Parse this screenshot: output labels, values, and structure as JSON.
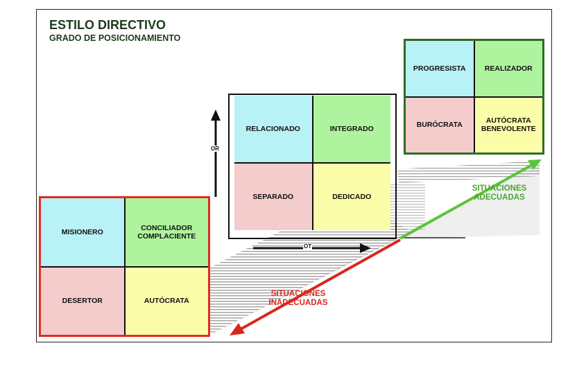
{
  "title": "ESTILO DIRECTIVO",
  "subtitle": "GRADO DE POSICIONAMIENTO",
  "center_grid": {
    "top_left": "RELACIONADO",
    "top_right": "INTEGRADO",
    "bottom_left": "SEPARADO",
    "bottom_right": "DEDICADO"
  },
  "left_grid": {
    "top_left": "MISIONERO",
    "top_right": "CONCILIADOR COMPLACIENTE",
    "bottom_left": "DESERTOR",
    "bottom_right": "AUTÓCRATA"
  },
  "right_grid": {
    "top_left": "PROGRESISTA",
    "top_right": "REALIZADOR",
    "bottom_left": "BURÓCRATA",
    "bottom_right": "AUTÓCRATA BENEVOLENTE"
  },
  "axes": {
    "y_label": "OR",
    "x_label": "OT"
  },
  "good_label": "SITUACIONES ADECUADAS",
  "bad_label": "SITUACIONES INADECUADAS",
  "colors": {
    "good_arrow": "#5cc43a",
    "bad_arrow": "#d9271e",
    "good_frame": "#2f6b23",
    "bad_frame": "#e12c20",
    "title": "#1d3a1d"
  }
}
